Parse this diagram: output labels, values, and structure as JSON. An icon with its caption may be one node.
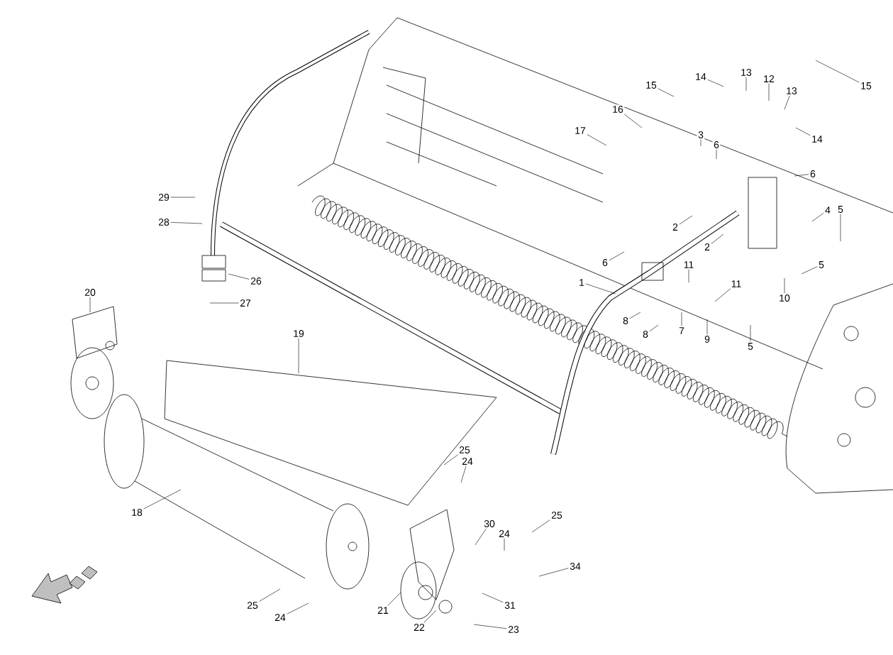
{
  "diagram": {
    "nodes": [
      {
        "text": [
          "1"
        ]
      },
      {
        "text": [
          "2"
        ]
      },
      {
        "text": [
          "2"
        ]
      },
      {
        "text": [
          "3"
        ]
      },
      {
        "text": [
          "4"
        ]
      },
      {
        "text": [
          "5"
        ]
      },
      {
        "text": [
          "5"
        ]
      },
      {
        "text": [
          "5"
        ]
      },
      {
        "text": [
          "6"
        ]
      },
      {
        "text": [
          "6"
        ]
      },
      {
        "text": [
          "6"
        ]
      },
      {
        "text": [
          "7"
        ]
      },
      {
        "text": [
          "8"
        ]
      },
      {
        "text": [
          "8"
        ]
      },
      {
        "text": [
          "9"
        ]
      },
      {
        "text": [
          "10"
        ]
      },
      {
        "text": [
          "11"
        ]
      },
      {
        "text": [
          "11"
        ]
      },
      {
        "text": [
          "12"
        ]
      },
      {
        "text": [
          "13"
        ]
      },
      {
        "text": [
          "13"
        ]
      },
      {
        "text": [
          "14"
        ]
      },
      {
        "text": [
          "14"
        ]
      },
      {
        "text": [
          "15"
        ]
      },
      {
        "text": [
          "15"
        ]
      },
      {
        "text": [
          "16"
        ]
      },
      {
        "text": [
          "17"
        ]
      },
      {
        "text": [
          "18"
        ]
      },
      {
        "text": [
          "19"
        ]
      },
      {
        "text": [
          "20"
        ]
      },
      {
        "text": [
          "21"
        ]
      },
      {
        "text": [
          "22"
        ]
      },
      {
        "text": [
          "23"
        ]
      },
      {
        "text": [
          "24"
        ]
      },
      {
        "text": [
          "24"
        ]
      },
      {
        "text": [
          "24"
        ]
      },
      {
        "text": [
          "25"
        ]
      },
      {
        "text": [
          "25"
        ]
      },
      {
        "text": [
          "25"
        ]
      },
      {
        "text": [
          "26"
        ]
      },
      {
        "text": [
          "27"
        ]
      },
      {
        "text": [
          "28"
        ]
      },
      {
        "text": [
          "29"
        ]
      },
      {
        "text": [
          "30"
        ]
      },
      {
        "text": [
          "31"
        ]
      },
      {
        "text": [
          "34"
        ]
      }
    ],
    "edges": [
      {
        "from": 0,
        "to": null,
        "arrow": "none"
      },
      {
        "from": 1,
        "to": null,
        "arrow": "none"
      },
      {
        "from": 2,
        "to": null,
        "arrow": "none"
      },
      {
        "from": 3,
        "to": null,
        "arrow": "none"
      },
      {
        "from": 4,
        "to": null,
        "arrow": "none"
      },
      {
        "from": 5,
        "to": null,
        "arrow": "none"
      },
      {
        "from": 6,
        "to": null,
        "arrow": "none"
      },
      {
        "from": 7,
        "to": null,
        "arrow": "none"
      },
      {
        "from": 8,
        "to": null,
        "arrow": "none"
      },
      {
        "from": 9,
        "to": null,
        "arrow": "none"
      },
      {
        "from": 10,
        "to": null,
        "arrow": "none"
      },
      {
        "from": 11,
        "to": null,
        "arrow": "none"
      },
      {
        "from": 12,
        "to": null,
        "arrow": "none"
      },
      {
        "from": 13,
        "to": null,
        "arrow": "none"
      },
      {
        "from": 14,
        "to": null,
        "arrow": "none"
      },
      {
        "from": 15,
        "to": null,
        "arrow": "none"
      },
      {
        "from": 16,
        "to": null,
        "arrow": "none"
      },
      {
        "from": 17,
        "to": null,
        "arrow": "none"
      },
      {
        "from": 18,
        "to": null,
        "arrow": "none"
      },
      {
        "from": 19,
        "to": null,
        "arrow": "none"
      },
      {
        "from": 20,
        "to": null,
        "arrow": "none"
      },
      {
        "from": 21,
        "to": null,
        "arrow": "none"
      },
      {
        "from": 22,
        "to": null,
        "arrow": "none"
      },
      {
        "from": 23,
        "to": null,
        "arrow": "none"
      },
      {
        "from": 24,
        "to": null,
        "arrow": "none"
      },
      {
        "from": 25,
        "to": null,
        "arrow": "none"
      },
      {
        "from": 26,
        "to": null,
        "arrow": "none"
      },
      {
        "from": 27,
        "to": null,
        "arrow": "none"
      },
      {
        "from": 28,
        "to": null,
        "arrow": "none"
      },
      {
        "from": 29,
        "to": null,
        "arrow": "none"
      },
      {
        "from": 30,
        "to": null,
        "arrow": "none"
      },
      {
        "from": 31,
        "to": null,
        "arrow": "none"
      },
      {
        "from": 32,
        "to": null,
        "arrow": "none"
      },
      {
        "from": 33,
        "to": null,
        "arrow": "none"
      },
      {
        "from": 34,
        "to": null,
        "arrow": "none"
      },
      {
        "from": 35,
        "to": null,
        "arrow": "none"
      },
      {
        "from": 36,
        "to": null,
        "arrow": "none"
      },
      {
        "from": 37,
        "to": null,
        "arrow": "none"
      },
      {
        "from": 38,
        "to": null,
        "arrow": "none"
      },
      {
        "from": 39,
        "to": null,
        "arrow": "none"
      },
      {
        "from": 40,
        "to": null,
        "arrow": "none"
      },
      {
        "from": 41,
        "to": null,
        "arrow": "none"
      },
      {
        "from": 42,
        "to": null,
        "arrow": "none"
      },
      {
        "from": 43,
        "to": null,
        "arrow": "none"
      },
      {
        "from": 44,
        "to": null,
        "arrow": "none"
      },
      {
        "from": 45,
        "to": null,
        "arrow": "none"
      }
    ]
  }
}
